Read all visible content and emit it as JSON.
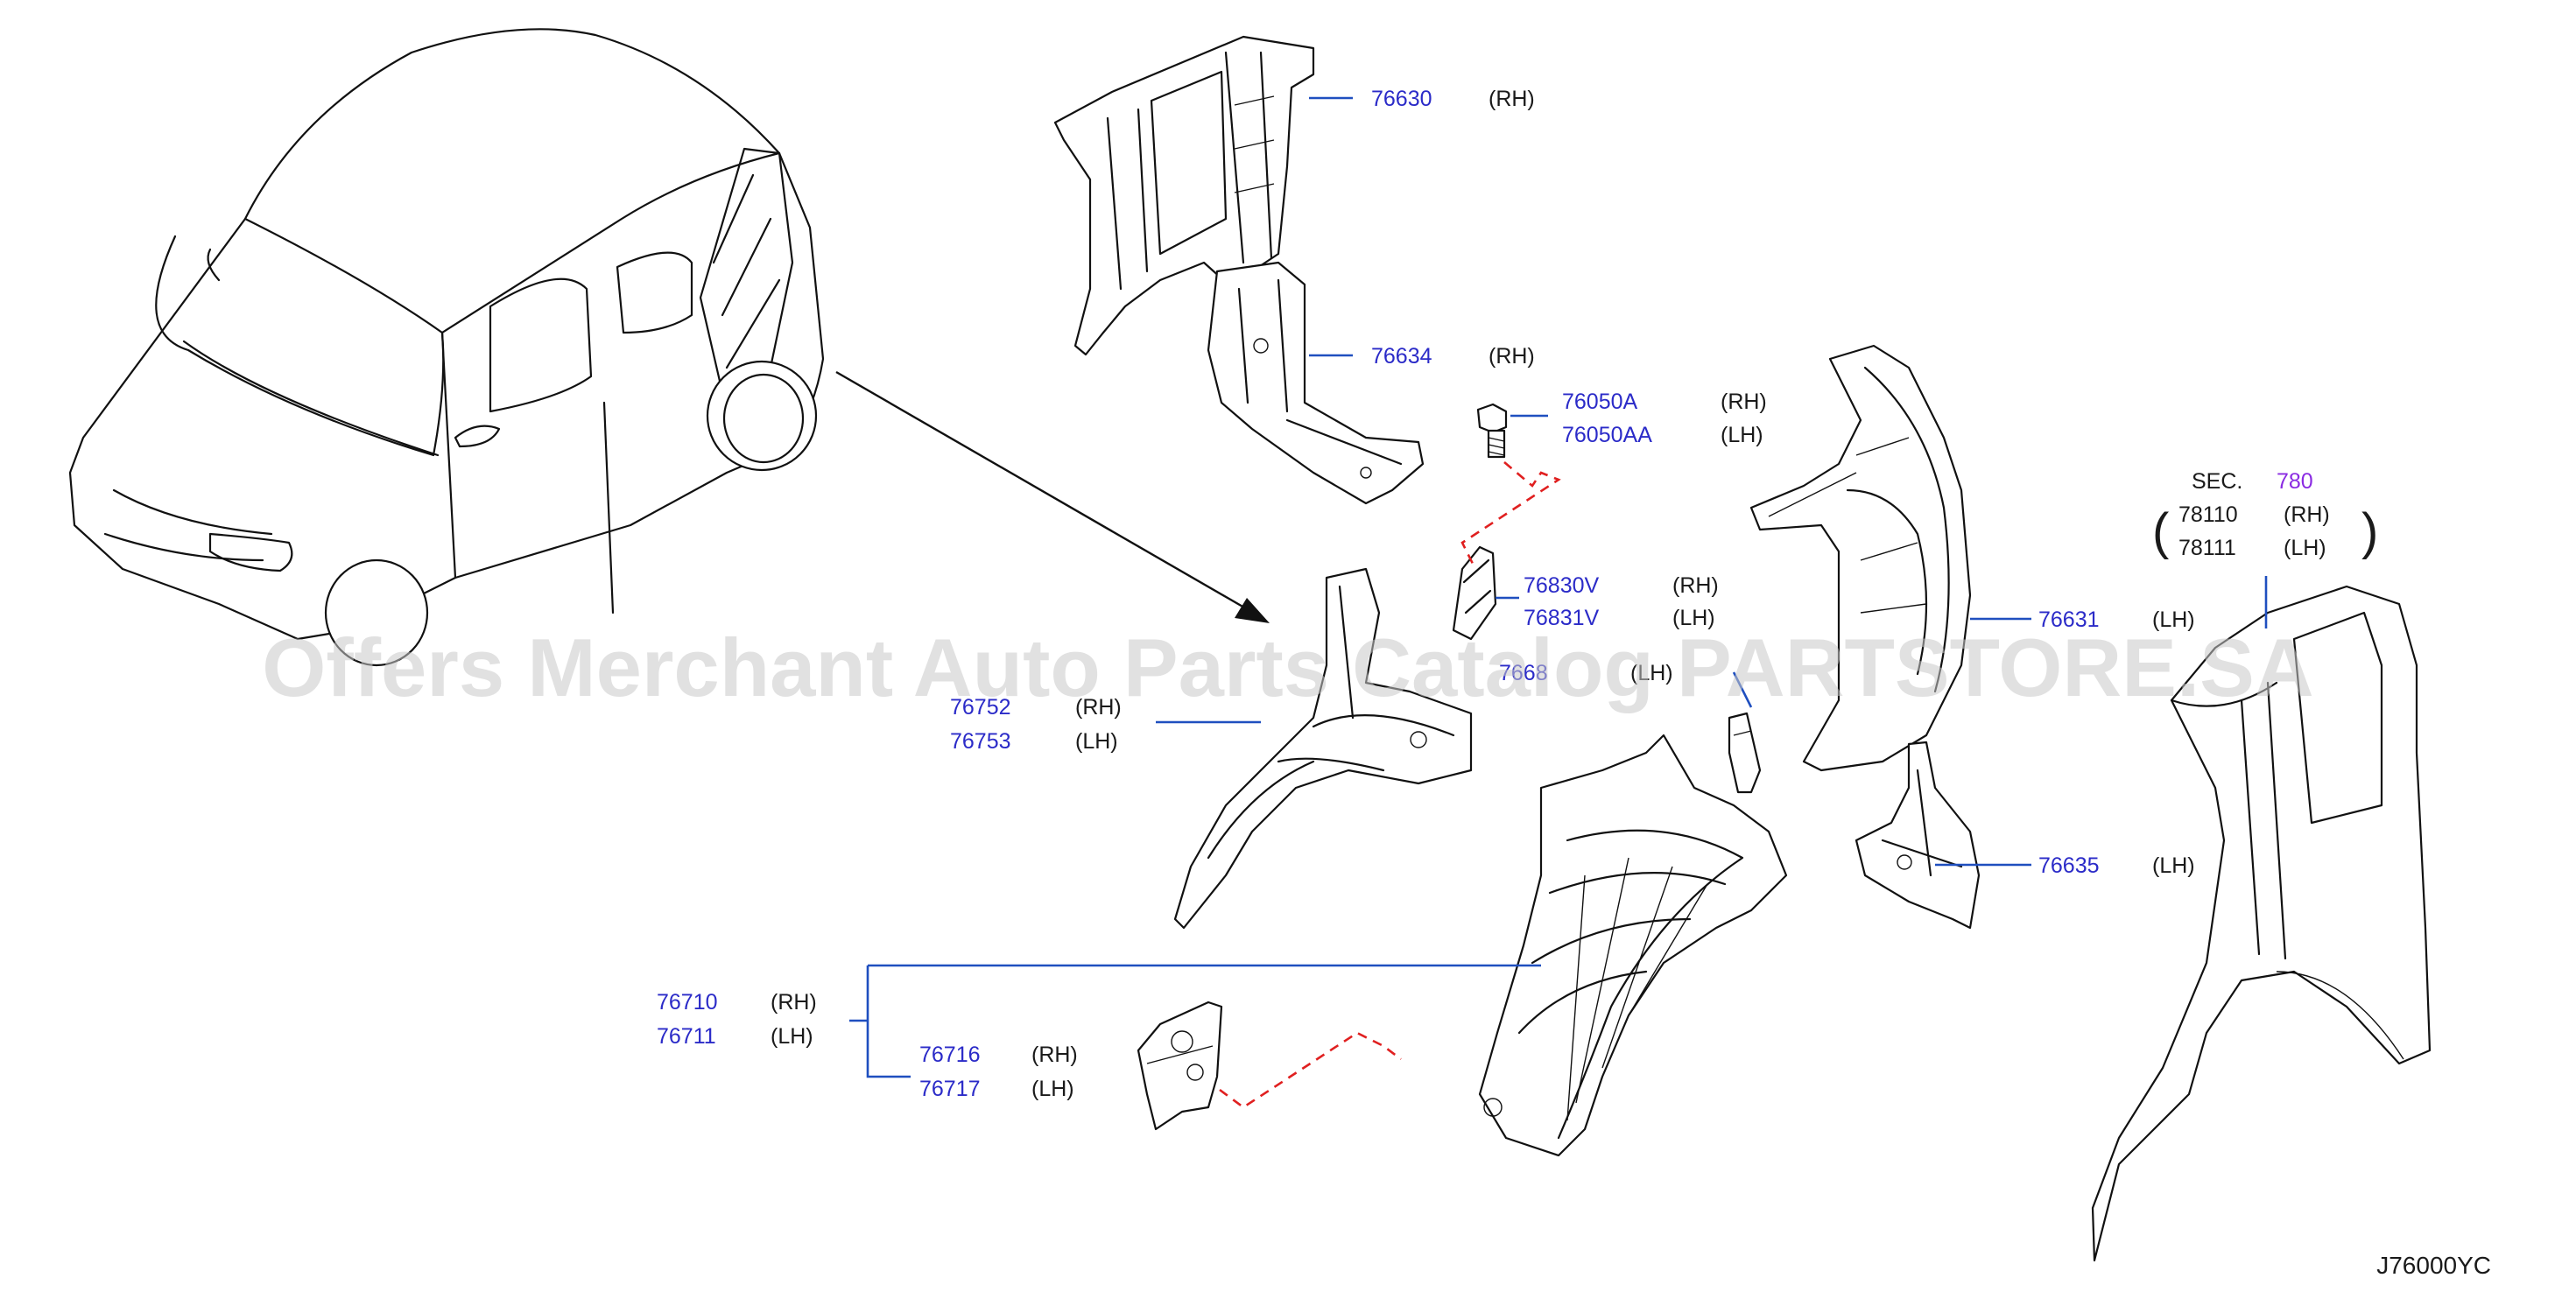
{
  "watermark": "Offers Merchant Auto Parts Catalog PARTSTORE.SA",
  "diagram_code": "J76000YC",
  "callouts": {
    "c76630": {
      "part": "76630",
      "side": "(RH)"
    },
    "c76634": {
      "part": "76634",
      "side": "(RH)"
    },
    "c76050A": {
      "part": "76050A",
      "side": "(RH)"
    },
    "c76050AA": {
      "part": "76050AA",
      "side": "(LH)"
    },
    "c76830V": {
      "part": "76830V",
      "side": "(RH)"
    },
    "c76831V": {
      "part": "76831V",
      "side": "(LH)"
    },
    "c76752": {
      "part": "76752",
      "side": "(RH)"
    },
    "c76753": {
      "part": "76753",
      "side": "(LH)"
    },
    "c7668x": {
      "part": "7668",
      "side": "(LH)"
    },
    "c76631": {
      "part": "76631",
      "side": "(LH)"
    },
    "c76635": {
      "part": "76635",
      "side": "(LH)"
    },
    "c76710": {
      "part": "76710",
      "side": "(RH)"
    },
    "c76711": {
      "part": "76711",
      "side": "(LH)"
    },
    "c76716": {
      "part": "76716",
      "side": "(RH)"
    },
    "c76717": {
      "part": "76717",
      "side": "(LH)"
    },
    "c78110": {
      "part": "78110",
      "side": "(RH)"
    },
    "c78111": {
      "part": "78111",
      "side": "(LH)"
    }
  },
  "section_ref": {
    "label": "SEC.",
    "number": "780"
  },
  "colors": {
    "part_number": "#2b2bc8",
    "leader_line": "#1f4fbf",
    "dashed_connector": "#e02020",
    "section_number": "#8a2be2"
  }
}
